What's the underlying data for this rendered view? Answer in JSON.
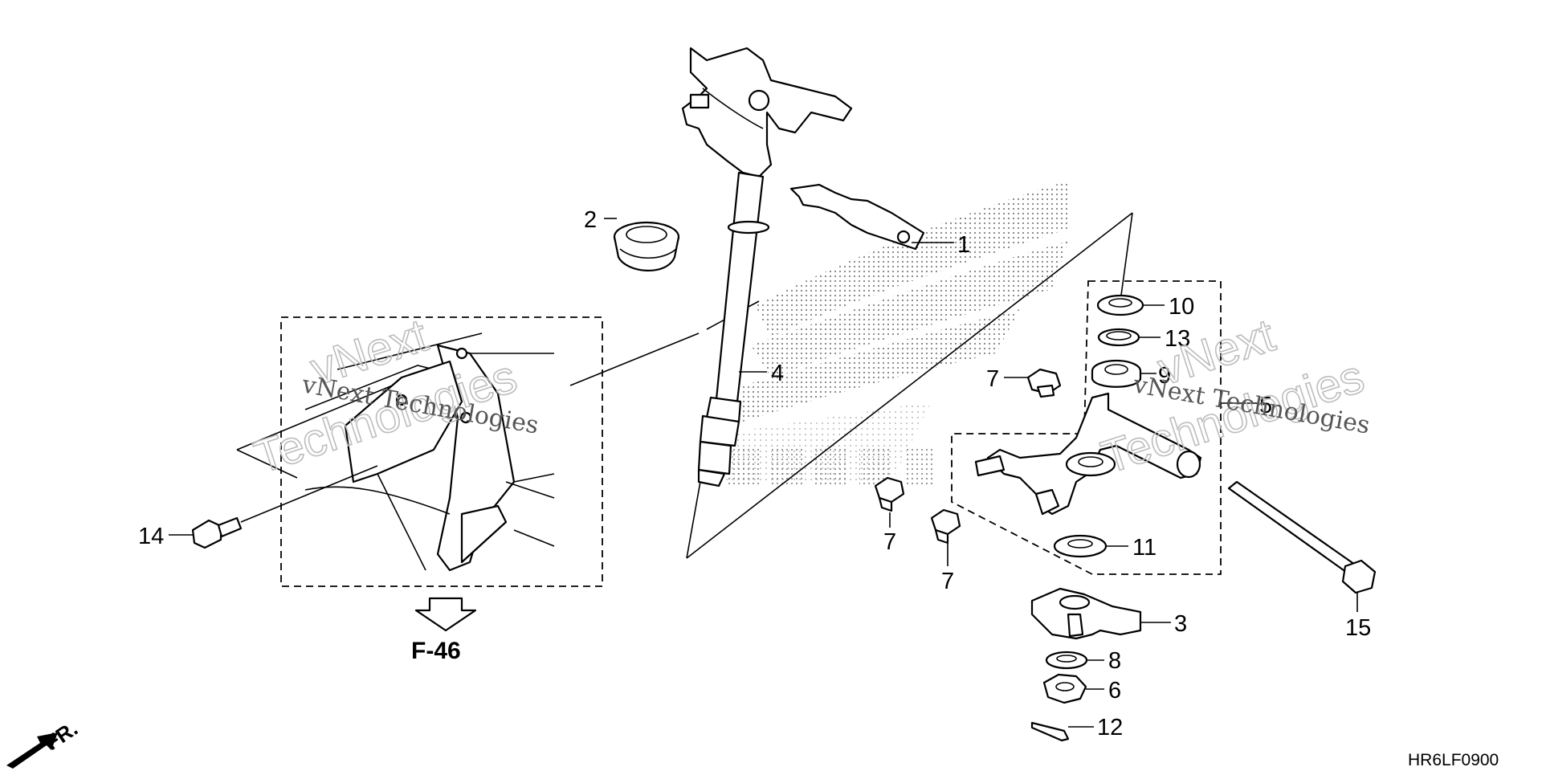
{
  "callouts": [
    {
      "id": "p1",
      "label": "1"
    },
    {
      "id": "p2",
      "label": "2"
    },
    {
      "id": "p3",
      "label": "3"
    },
    {
      "id": "p4",
      "label": "4"
    },
    {
      "id": "p5",
      "label": "5"
    },
    {
      "id": "p6",
      "label": "6"
    },
    {
      "id": "p7a",
      "label": "7"
    },
    {
      "id": "p7b",
      "label": "7"
    },
    {
      "id": "p7c",
      "label": "7"
    },
    {
      "id": "p8",
      "label": "8"
    },
    {
      "id": "p9",
      "label": "9"
    },
    {
      "id": "p10",
      "label": "10"
    },
    {
      "id": "p11",
      "label": "11"
    },
    {
      "id": "p12",
      "label": "12"
    },
    {
      "id": "p13",
      "label": "13"
    },
    {
      "id": "p14",
      "label": "14"
    },
    {
      "id": "p15",
      "label": "15"
    }
  ],
  "reference": {
    "label": "F-46"
  },
  "front_indicator": {
    "label": "FR."
  },
  "diagram_code": "HR6LF0900",
  "watermark": {
    "line1": "vNext",
    "line2": "Technologies",
    "inline": "vNext Technologies"
  }
}
